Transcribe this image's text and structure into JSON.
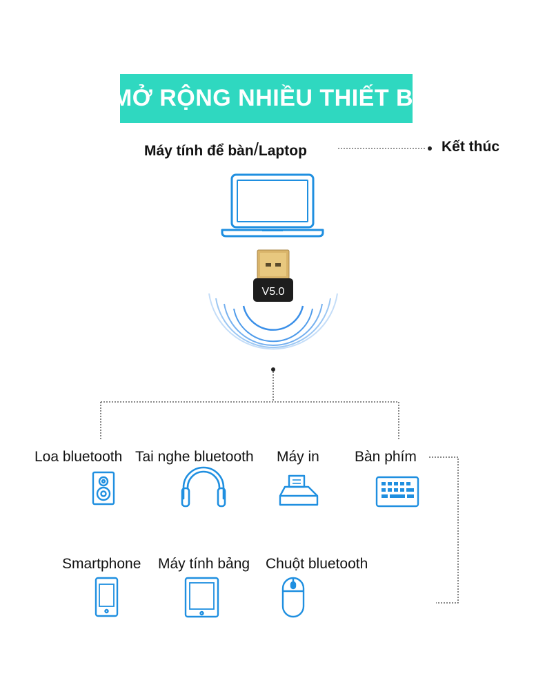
{
  "title": "MỞ RỘNG NHIỀU THIẾT BỊ",
  "host": {
    "label_left": "Máy tính để bàn",
    "separator": "/",
    "label_right": "Laptop"
  },
  "end_label": "Kết thúc",
  "dongle": {
    "version": "V5.0"
  },
  "devices": [
    {
      "label": "Loa bluetooth",
      "icon": "speaker-icon"
    },
    {
      "label": "Tai nghe bluetooth",
      "icon": "headphones-icon"
    },
    {
      "label": "Máy in",
      "icon": "printer-icon"
    },
    {
      "label": "Bàn phím",
      "icon": "keyboard-icon"
    },
    {
      "label": "Smartphone",
      "icon": "smartphone-icon"
    },
    {
      "label": "Máy tính bảng",
      "icon": "tablet-icon"
    },
    {
      "label": "Chuột bluetooth",
      "icon": "mouse-icon"
    }
  ],
  "colors": {
    "accent": "#2fd8c0",
    "icon": "#1f8fe0",
    "connector": "#444444"
  }
}
